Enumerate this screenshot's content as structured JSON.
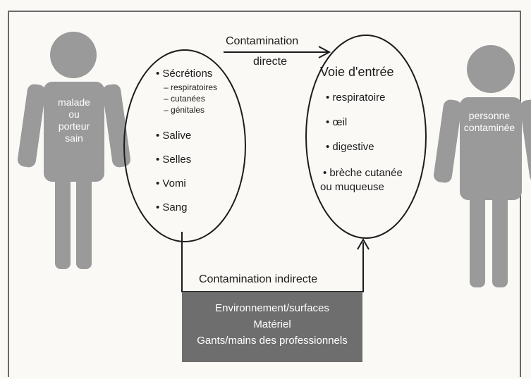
{
  "left_person": {
    "label_lines": [
      "malade",
      "ou",
      "porteur",
      "sain"
    ]
  },
  "right_person": {
    "label_lines": [
      "personne",
      "contaminée"
    ]
  },
  "source_list": {
    "items": [
      {
        "label": "Sécrétions",
        "sub": [
          "respiratoires",
          "cutanées",
          "génitales"
        ]
      },
      {
        "label": "Salive"
      },
      {
        "label": "Selles"
      },
      {
        "label": "Vomi"
      },
      {
        "label": "Sang"
      }
    ]
  },
  "entry": {
    "title": "Voie d'entrée",
    "items": [
      "respiratoire",
      "œil",
      "digestive",
      "brèche cutanée"
    ],
    "continuation": "ou muqueuse"
  },
  "direct": {
    "line1": "Contamination",
    "line2": "directe"
  },
  "indirect": {
    "title": "Contamination indirecte",
    "lines": [
      "Environnement/surfaces",
      "Matériel",
      "Gants/mains des professionnels"
    ]
  },
  "colors": {
    "figure": "#9a9a9a",
    "box": "#6e6e6e",
    "ink": "#1c1c1c"
  }
}
